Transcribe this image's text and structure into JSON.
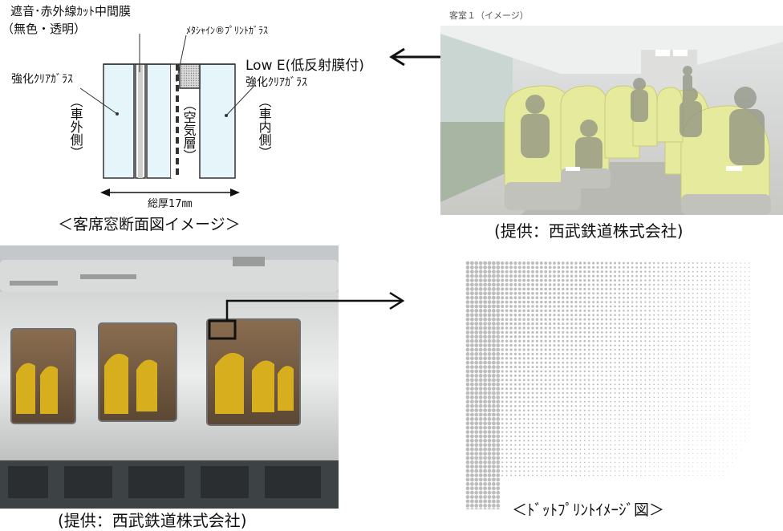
{
  "cross_section": {
    "label_interlayer": "遮音･赤外線ｶｯﾄ中間膜",
    "label_interlayer_sub": "（無色・透明）",
    "label_metashine": "ﾒﾀｼｬｲﾝ®ﾌﾟﾘﾝﾄｶﾞﾗｽ",
    "label_tempered_left": "強化ｸﾘｱｶﾞﾗｽ",
    "label_lowe": "Low E(低反射膜付)",
    "label_tempered_right": "強化ｸﾘｱｶﾞﾗｽ",
    "label_outside": "（車外側）",
    "label_air": "（空気層）",
    "label_inside": "（車内側）",
    "label_thickness": "総厚17㎜",
    "caption": "＜客席窓断面図イメージ＞"
  },
  "interior_photo": {
    "label": "客室１（イメージ）",
    "credit": "(提供：西武鉄道株式会社)"
  },
  "exterior_photo": {
    "credit": "(提供：西武鉄道株式会社)"
  },
  "dot_print": {
    "caption": "＜ﾄﾞｯﾄﾌﾟﾘﾝﾄｲﾒｰｼﾞ図＞",
    "dot_color": "#bdbdbd"
  },
  "colors": {
    "glass_fill": "#e8f6fa",
    "seat_yellow": "#d9b21e",
    "interior_seat": "#e8ec9c"
  }
}
